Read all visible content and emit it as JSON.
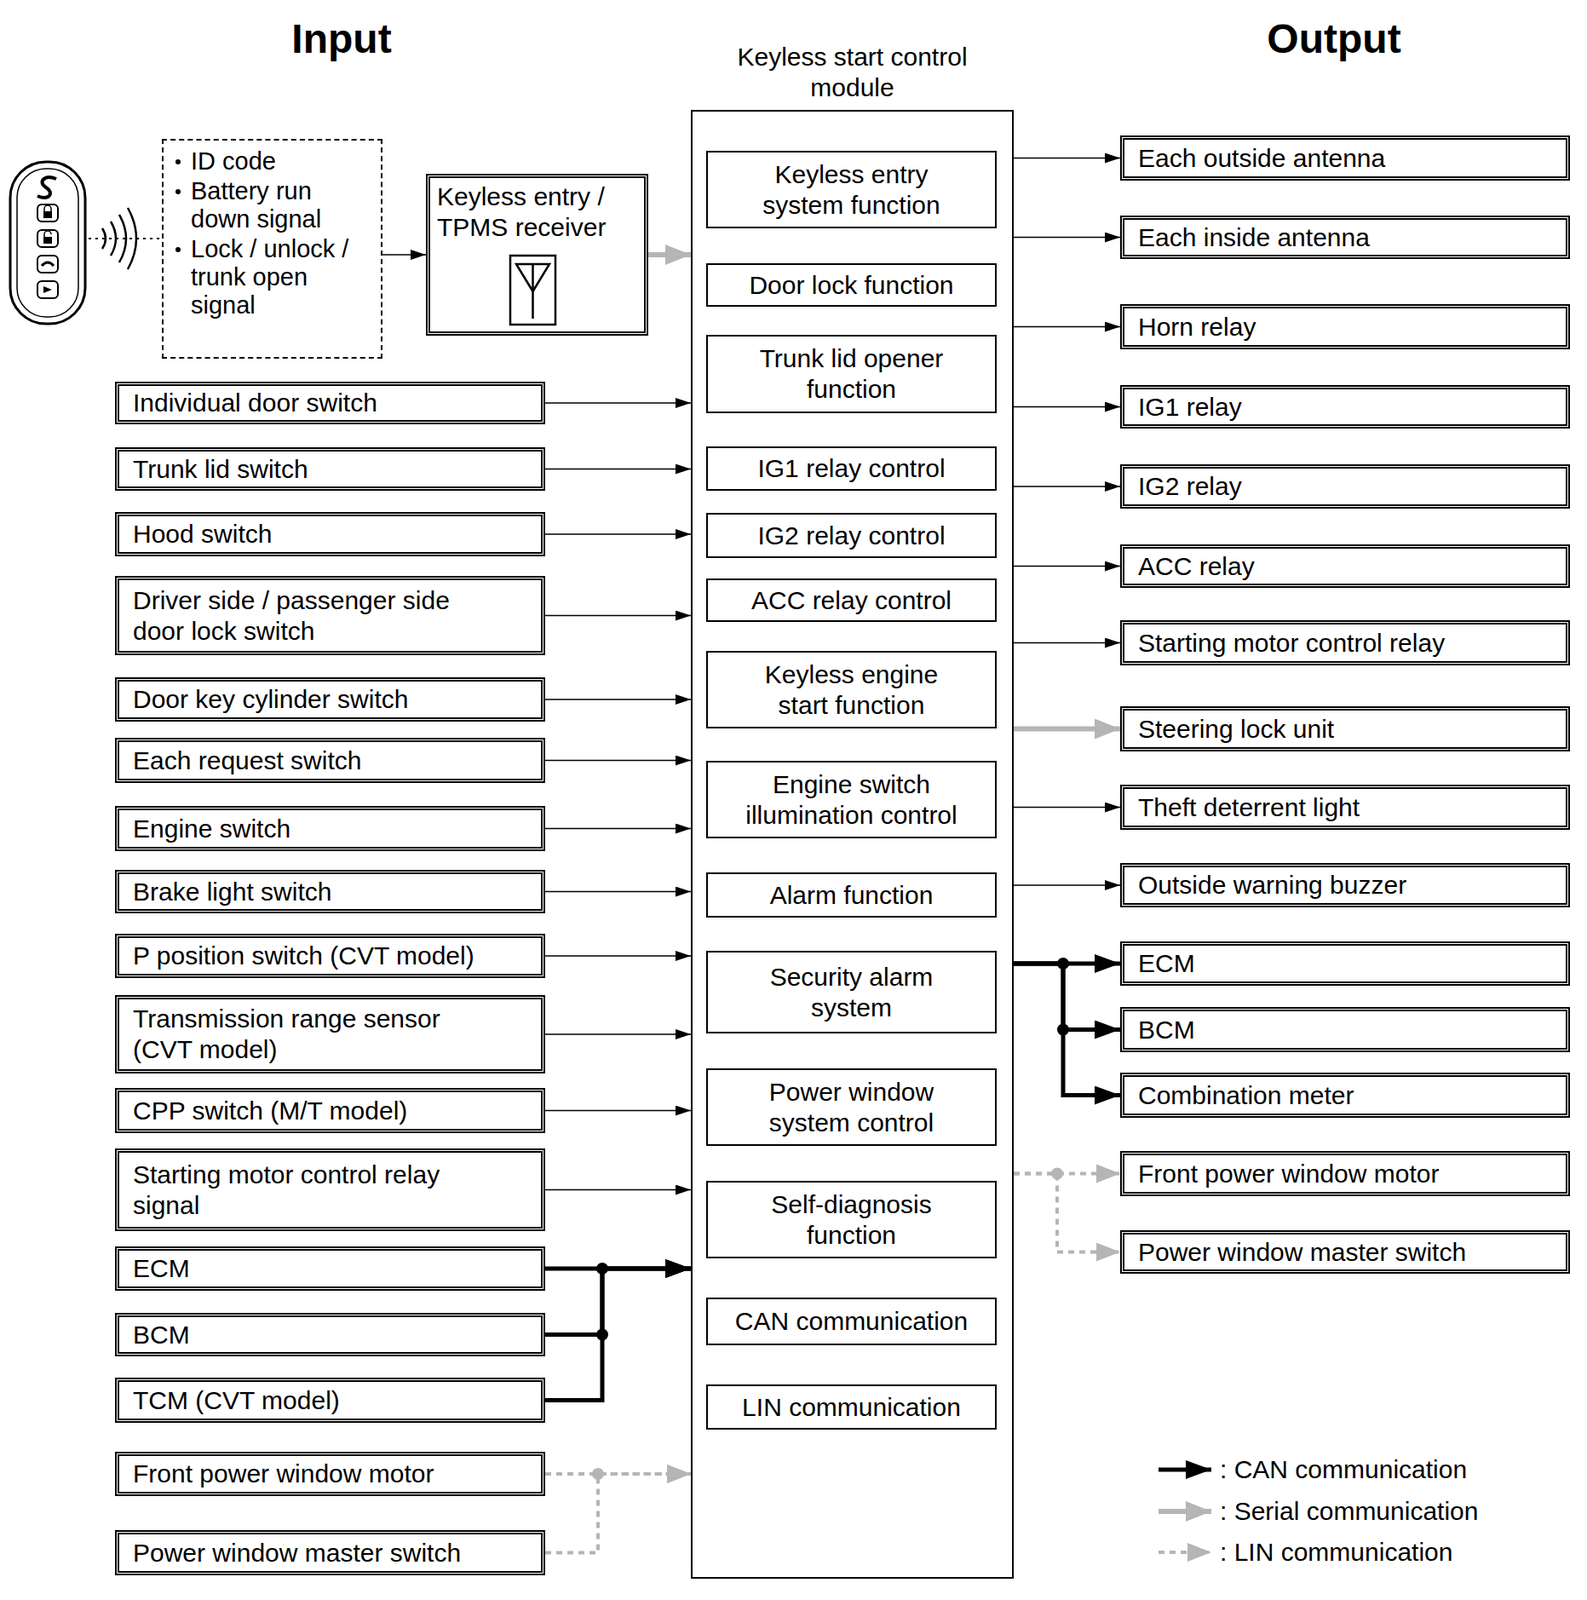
{
  "diagram": {
    "nodes": [
      {
        "text": [
          "ID code",
          "Battery run down signal",
          "Lock / unlock / trunk open signal"
        ]
      },
      {
        "text": [
          "Keyless entry / TPMS receiver"
        ]
      },
      {
        "text": [
          "Keyless start control module"
        ]
      },
      {
        "text": [
          "Keyless entry system function"
        ],
        "in": 2
      },
      {
        "text": [
          "Door lock function"
        ],
        "in": 2
      },
      {
        "text": [
          "Trunk lid opener function"
        ],
        "in": 2
      },
      {
        "text": [
          "IG1 relay control"
        ],
        "in": 2
      },
      {
        "text": [
          "IG2 relay control"
        ],
        "in": 2
      },
      {
        "text": [
          "ACC relay control"
        ],
        "in": 2
      },
      {
        "text": [
          "Keyless engine start function"
        ],
        "in": 2
      },
      {
        "text": [
          "Engine switch illumination control"
        ],
        "in": 2
      },
      {
        "text": [
          "Alarm function"
        ],
        "in": 2
      },
      {
        "text": [
          "Security alarm system"
        ],
        "in": 2
      },
      {
        "text": [
          "Power window system control"
        ],
        "in": 2
      },
      {
        "text": [
          "Self-diagnosis function"
        ],
        "in": 2
      },
      {
        "text": [
          "CAN communication"
        ],
        "in": 2
      },
      {
        "text": [
          "LIN communication"
        ],
        "in": 2
      },
      {
        "text": [
          "Individual door switch"
        ]
      },
      {
        "text": [
          "Trunk lid switch"
        ]
      },
      {
        "text": [
          "Hood switch"
        ]
      },
      {
        "text": [
          "Driver side / passenger side door lock switch"
        ]
      },
      {
        "text": [
          "Door key cylinder switch"
        ]
      },
      {
        "text": [
          "Each request switch"
        ]
      },
      {
        "text": [
          "Engine switch"
        ]
      },
      {
        "text": [
          "Brake light switch"
        ]
      },
      {
        "text": [
          "P position switch (CVT model)"
        ]
      },
      {
        "text": [
          "Transmission range sensor (CVT model)"
        ]
      },
      {
        "text": [
          "CPP switch (M/T model)"
        ]
      },
      {
        "text": [
          "Starting motor control relay signal"
        ]
      },
      {
        "text": [
          "ECM"
        ]
      },
      {
        "text": [
          "BCM"
        ]
      },
      {
        "text": [
          "TCM (CVT model)"
        ]
      },
      {
        "text": [
          "Front power window motor"
        ]
      },
      {
        "text": [
          "Power window master switch"
        ]
      },
      {
        "text": [
          "Each outside antenna"
        ]
      },
      {
        "text": [
          "Each inside antenna"
        ]
      },
      {
        "text": [
          "Horn relay"
        ]
      },
      {
        "text": [
          "IG1 relay"
        ]
      },
      {
        "text": [
          "IG2 relay"
        ]
      },
      {
        "text": [
          "ACC relay"
        ]
      },
      {
        "text": [
          "Starting motor control relay"
        ]
      },
      {
        "text": [
          "Steering lock unit"
        ]
      },
      {
        "text": [
          "Theft deterrent light"
        ]
      },
      {
        "text": [
          "Outside warning buzzer"
        ]
      },
      {
        "text": [
          "ECM"
        ]
      },
      {
        "text": [
          "BCM"
        ]
      },
      {
        "text": [
          "Combination meter"
        ]
      },
      {
        "text": [
          "Front power window motor"
        ]
      },
      {
        "text": [
          "Power window master switch"
        ]
      }
    ],
    "edges": [
      {
        "from": 0,
        "to": 1,
        "arrow": "to"
      },
      {
        "from": 1,
        "to": 2,
        "arrow": "to"
      },
      {
        "from": 17,
        "to": 2,
        "arrow": "to"
      },
      {
        "from": 18,
        "to": 2,
        "arrow": "to"
      },
      {
        "from": 19,
        "to": 2,
        "arrow": "to"
      },
      {
        "from": 20,
        "to": 2,
        "arrow": "to"
      },
      {
        "from": 21,
        "to": 2,
        "arrow": "to"
      },
      {
        "from": 22,
        "to": 2,
        "arrow": "to"
      },
      {
        "from": 23,
        "to": 2,
        "arrow": "to"
      },
      {
        "from": 24,
        "to": 2,
        "arrow": "to"
      },
      {
        "from": 25,
        "to": 2,
        "arrow": "to"
      },
      {
        "from": 26,
        "to": 2,
        "arrow": "to"
      },
      {
        "from": 27,
        "to": 2,
        "arrow": "to"
      },
      {
        "from": 28,
        "to": 2,
        "arrow": "to"
      },
      {
        "from": 29,
        "to": 2,
        "arrow": "to"
      },
      {
        "from": 30,
        "to": 2,
        "arrow": "to"
      },
      {
        "from": 31,
        "to": 2,
        "arrow": "to"
      },
      {
        "from": 32,
        "to": 2,
        "arrow": "to"
      },
      {
        "from": 33,
        "to": 2,
        "arrow": "to"
      },
      {
        "from": 2,
        "to": 34,
        "arrow": "to"
      },
      {
        "from": 2,
        "to": 35,
        "arrow": "to"
      },
      {
        "from": 2,
        "to": 36,
        "arrow": "to"
      },
      {
        "from": 2,
        "to": 37,
        "arrow": "to"
      },
      {
        "from": 2,
        "to": 38,
        "arrow": "to"
      },
      {
        "from": 2,
        "to": 39,
        "arrow": "to"
      },
      {
        "from": 2,
        "to": 40,
        "arrow": "to"
      },
      {
        "from": 2,
        "to": 41,
        "arrow": "to"
      },
      {
        "from": 2,
        "to": 42,
        "arrow": "to"
      },
      {
        "from": 2,
        "to": 43,
        "arrow": "to"
      },
      {
        "from": 2,
        "to": 44,
        "arrow": "to"
      },
      {
        "from": 2,
        "to": 45,
        "arrow": "to"
      },
      {
        "from": 2,
        "to": 46,
        "arrow": "to"
      },
      {
        "from": 2,
        "to": 47,
        "arrow": "to"
      },
      {
        "from": 2,
        "to": 48,
        "arrow": "to"
      }
    ],
    "labels": [
      "Input",
      "Output"
    ],
    "legend": [
      {
        "text": ": CAN communication"
      },
      {
        "text": ": Serial communication"
      },
      {
        "text": ": LIN communication"
      }
    ]
  }
}
